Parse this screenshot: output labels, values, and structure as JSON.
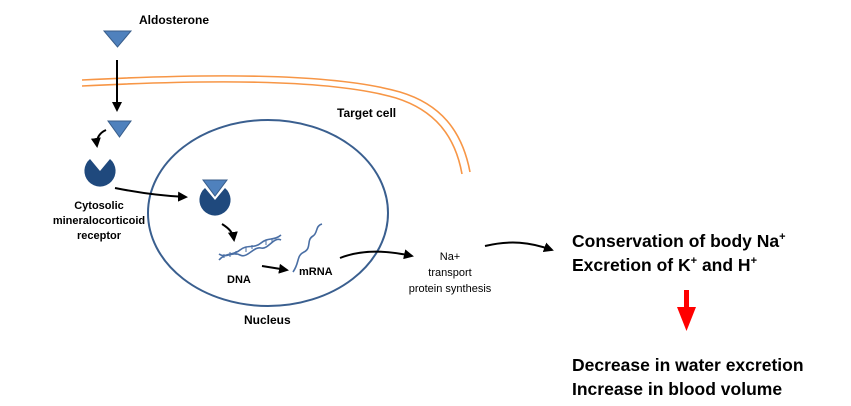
{
  "labels": {
    "hormone": "Aldosterone",
    "target_cell": "Target cell",
    "receptor_line1": "Cytosolic",
    "receptor_line2": "mineralocorticoid",
    "receptor_line3": "receptor",
    "dna": "DNA",
    "mrna": "mRNA",
    "nucleus": "Nucleus",
    "protein_line1": "Na+",
    "protein_line2": "transport",
    "protein_line3": "protein synthesis"
  },
  "effects": {
    "line1_text": "Conservation of body Na",
    "line1_sup": "+",
    "line2_text_a": "Excretion of K",
    "line2_sup_a": "+",
    "line2_text_b": " and H",
    "line2_sup_b": "+"
  },
  "outcomes": {
    "line1": "Decrease in water excretion",
    "line2": "Increase in blood volume"
  },
  "colors": {
    "hormone_fill": "#4f81bd",
    "hormone_stroke": "#385d8a",
    "receptor_fill": "#1f497d",
    "nucleus_stroke": "#3a5f8f",
    "membrane": "#f79646",
    "down_arrow": "#ff0000",
    "arrows": "#000000",
    "dna_strand": "#4a6fa5"
  }
}
